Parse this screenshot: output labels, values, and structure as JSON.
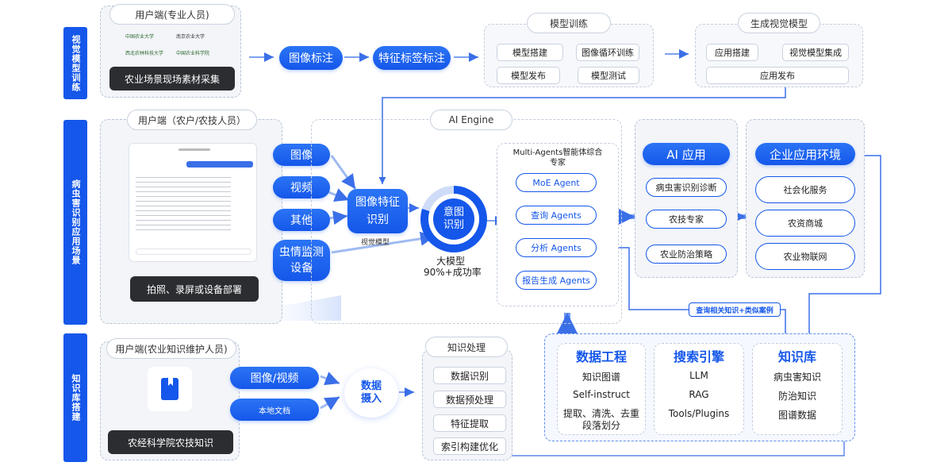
{
  "side": {
    "training": "视觉模型训练",
    "scenario": "病虫害识别应用场景",
    "knowledge": "知识库搭建"
  },
  "row1": {
    "user_tag": "用户端(专业人员)",
    "collect": "农业场景现场素材采集",
    "logos": [
      "中国农业大学",
      "南京农业大学",
      "西北农林科技大学",
      "中国农业科学院"
    ],
    "img_label": "图像标注",
    "feature_label": "特征标签标注",
    "training_title": "模型训练",
    "training_boxes": [
      "模型搭建",
      "图像循环训练",
      "模型发布",
      "模型测试"
    ],
    "gen_title": "生成视觉模型",
    "gen_boxes": [
      "应用搭建",
      "视觉模型集成",
      "应用发布"
    ]
  },
  "row2": {
    "user_tag": "用户端（农户/农技人员）",
    "capture": "拍照、录屏或设备部署",
    "inputs": [
      "图像",
      "视频",
      "其他",
      "虫情监测设备"
    ],
    "ai_engine": "AI Engine",
    "img_recog": "图像特征识别",
    "vision_model": "视觉模型",
    "intent": "意图识别",
    "big_model": "大模型",
    "success": "90%+成功率",
    "agents_title": "Multi-Agents智能体综合专家",
    "agents": [
      "MoE Agent",
      "查询 Agents",
      "分析 Agents",
      "报告生成 Agents"
    ],
    "ai_app_title": "AI 应用",
    "ai_apps": [
      "病虫害识别诊断",
      "农技专家",
      "农业防治策略"
    ],
    "ent_title": "企业应用环境",
    "ent_apps": [
      "社会化服务",
      "农资商城",
      "农业物联网"
    ],
    "query_label": "查询相关知识+类似案例"
  },
  "row3": {
    "user_tag": "用户端(农业知识维护人员)",
    "source": "农经科学院农技知识",
    "inputs": [
      "图像/视频",
      "本地文档"
    ],
    "ingest": "数据摄入",
    "proc_title": "知识处理",
    "proc_boxes": [
      "数据识别",
      "数据预处理",
      "特征提取",
      "索引构建优化"
    ],
    "columns": [
      {
        "title": "数据工程",
        "items": [
          "知识图谱",
          "Self-instruct",
          "提取、清洗、去重段落划分"
        ]
      },
      {
        "title": "搜索引擎",
        "items": [
          "LLM",
          "RAG",
          "Tools/Plugins"
        ]
      },
      {
        "title": "知识库",
        "items": [
          "病虫害知识",
          "防治知识",
          "图谱数据"
        ]
      }
    ]
  },
  "colors": {
    "accent": "#1557ea",
    "dark": "#2b2d31",
    "border": "#b8c4d6"
  }
}
